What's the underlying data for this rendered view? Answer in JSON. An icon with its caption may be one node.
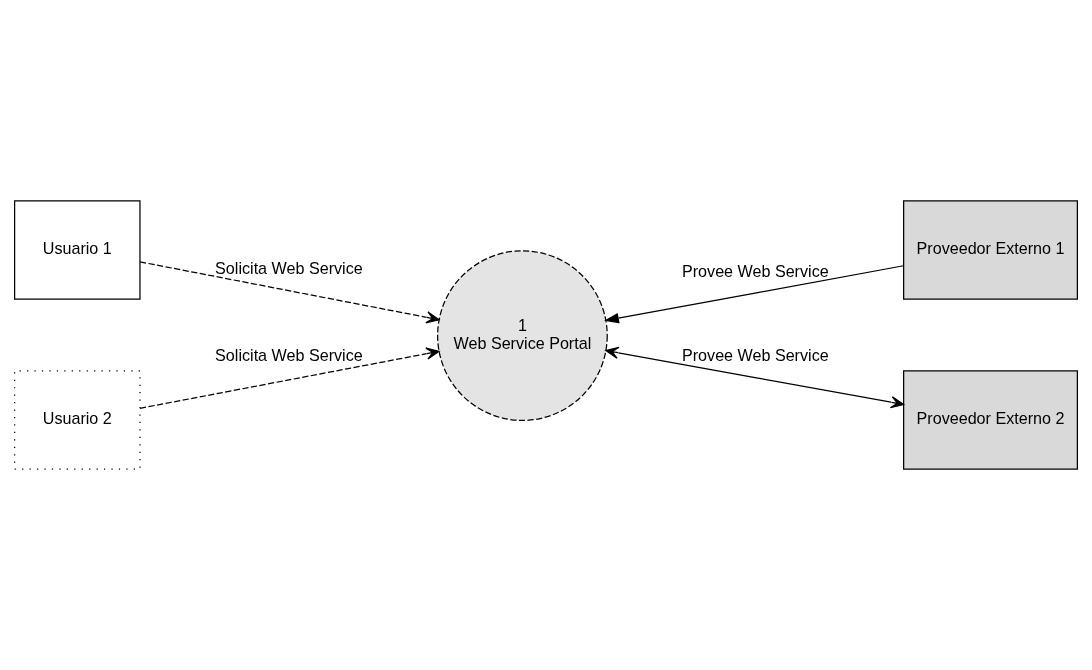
{
  "diagram": {
    "nodes": [
      {
        "text": [
          "Usuario 1"
        ]
      },
      {
        "text": [
          "Proveedor Externo 1"
        ]
      },
      {
        "text": [
          "1",
          "Web Service Portal"
        ]
      },
      {
        "text": [
          "Usuario 2"
        ]
      },
      {
        "text": [
          "Proveedor Externo 2"
        ]
      }
    ],
    "edges": [
      {
        "from": 0,
        "to": 2,
        "arrow": "to",
        "style": "dashed",
        "label": "Solicita Web Service"
      },
      {
        "from": 1,
        "to": 2,
        "arrow": "to",
        "label": "Provee Web Service"
      },
      {
        "from": 3,
        "to": 2,
        "arrow": "to",
        "style": "dashed",
        "label": "Solicita Web Service"
      },
      {
        "from": 2,
        "to": 4,
        "arrow": "both",
        "label": "Provee Web Service"
      }
    ]
  }
}
